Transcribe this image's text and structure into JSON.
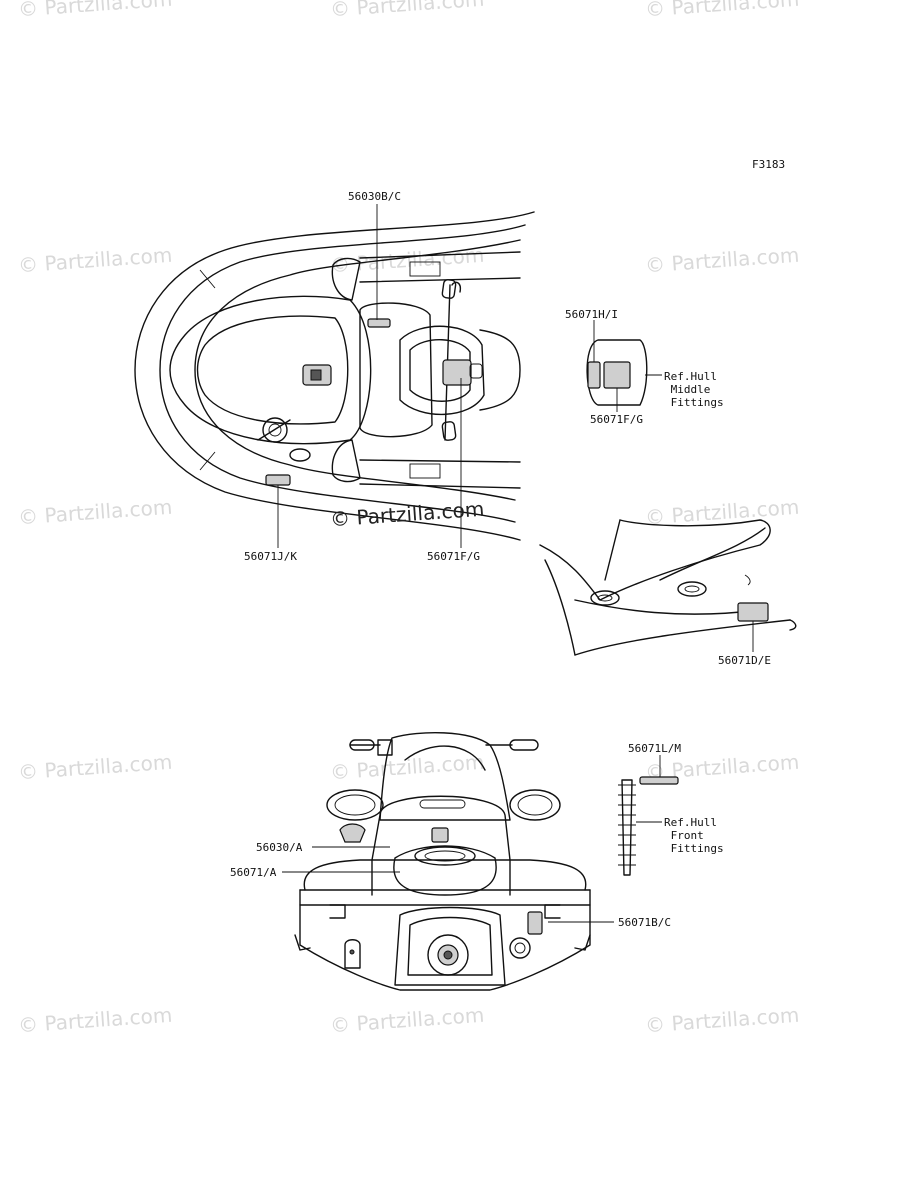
{
  "figure_code": "F3183",
  "watermark": "© Partzilla.com",
  "center_watermark": "© Partzilla.com",
  "labels": {
    "top_56030bc": "56030B/C",
    "top_56071jk": "56071J/K",
    "top_56071fg": "56071F/G",
    "inset_56071hi": "56071H/I",
    "inset_56071fg": "56071F/G",
    "inset_ref": "Ref.Hull\n Middle\n Fittings",
    "side_56071de": "56071D/E",
    "rear_56071lm": "56071L/M",
    "rear_ref": "Ref.Hull\n Front\n Fittings",
    "rear_56030a": "56030/A",
    "rear_56071a": "56071/A",
    "rear_56071bc": "56071B/C"
  }
}
